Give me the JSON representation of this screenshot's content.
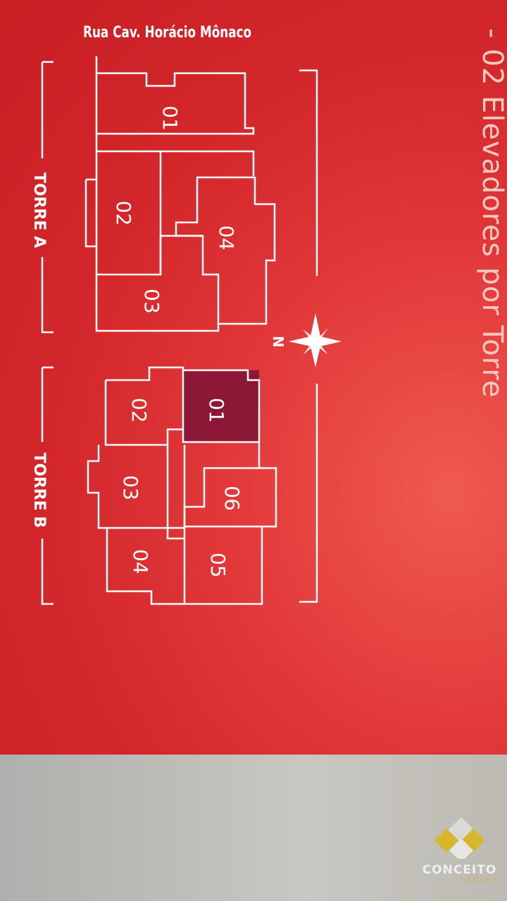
{
  "street": "Rua Cav. Horácio Mônaco",
  "note": "- 02 Elevadores por Torre",
  "compass": "N",
  "towers": [
    {
      "name": "TORRE A",
      "units": [
        "01",
        "02",
        "03",
        "04"
      ]
    },
    {
      "name": "TORRE B",
      "units": [
        "01",
        "02",
        "03",
        "04",
        "05",
        "06"
      ],
      "highlighted": "01"
    }
  ],
  "colors": {
    "paper": "#d2262a",
    "highlight": "#8c1736",
    "lines": "#ffffff"
  },
  "logo": {
    "name": "CONCEITO",
    "sub": "URBANO"
  }
}
